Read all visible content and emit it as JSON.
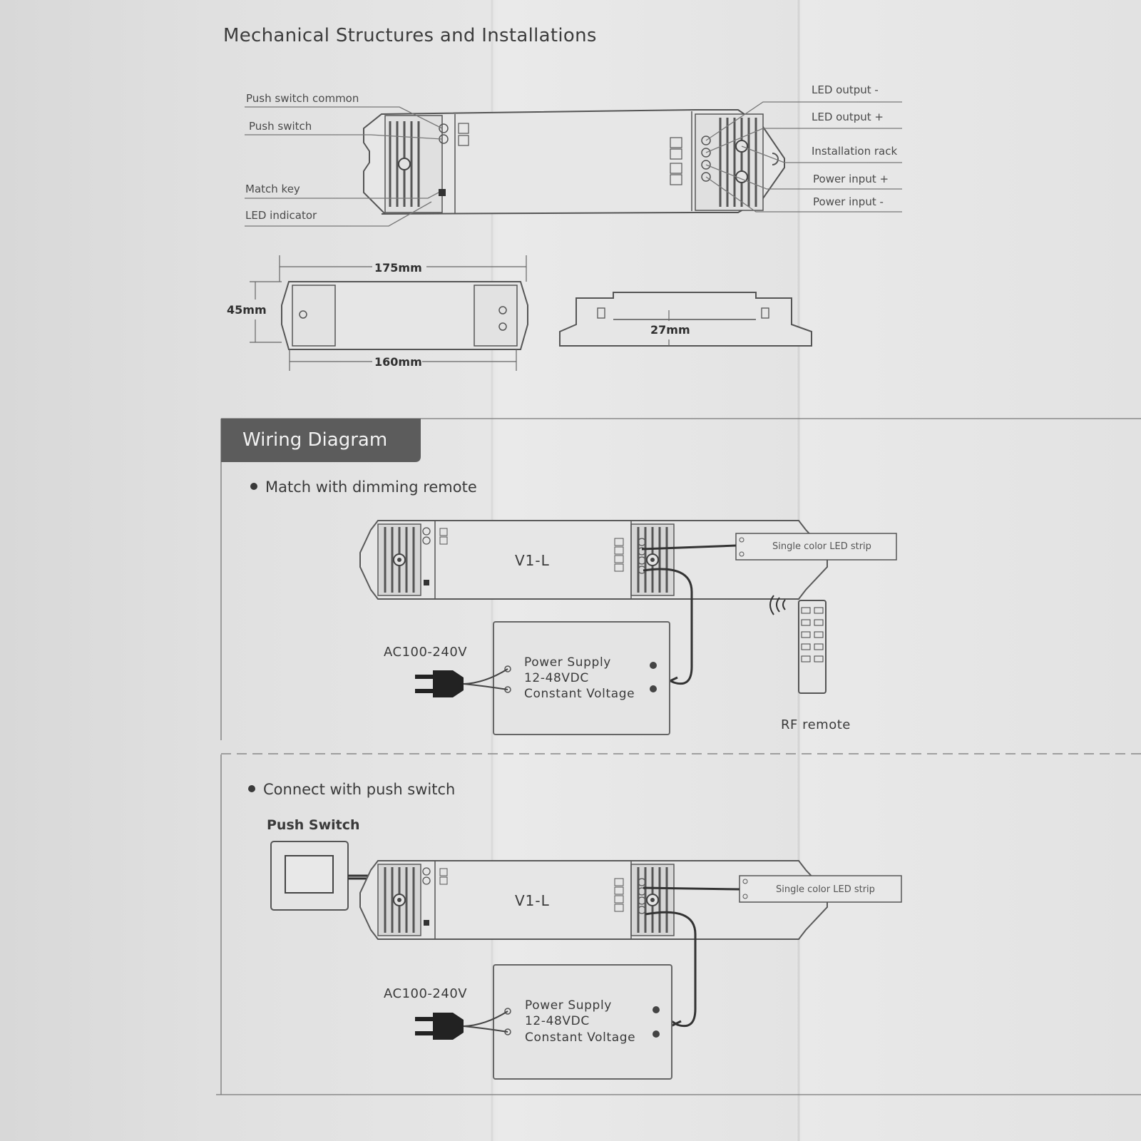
{
  "mechanical": {
    "title": "Mechanical Structures and Installations",
    "left_labels": [
      "Push switch common",
      "Push switch",
      "Match key",
      "LED indicator"
    ],
    "right_labels": [
      "LED output -",
      "LED output +",
      "Installation rack",
      "Power input +",
      "Power input -"
    ],
    "dimensions": {
      "overall_length": "175mm",
      "body_length": "160mm",
      "width": "45mm",
      "height": "27mm"
    }
  },
  "wiring": {
    "header": "Wiring Diagram",
    "section1": {
      "bullet": "Match with dimming remote",
      "module_label": "V1-L",
      "led_strip": "Single color LED strip",
      "ac_label": "AC100-240V",
      "psu_lines": [
        "Power Supply",
        "12-48VDC",
        "Constant Voltage"
      ],
      "remote_label": "RF remote"
    },
    "section2": {
      "bullet": "Connect with push switch",
      "push_switch": "Push Switch",
      "module_label": "V1-L",
      "led_strip": "Single color LED strip",
      "ac_label": "AC100-240V",
      "psu_lines": [
        "Power Supply",
        "12-48VDC",
        "Constant Voltage"
      ]
    }
  }
}
